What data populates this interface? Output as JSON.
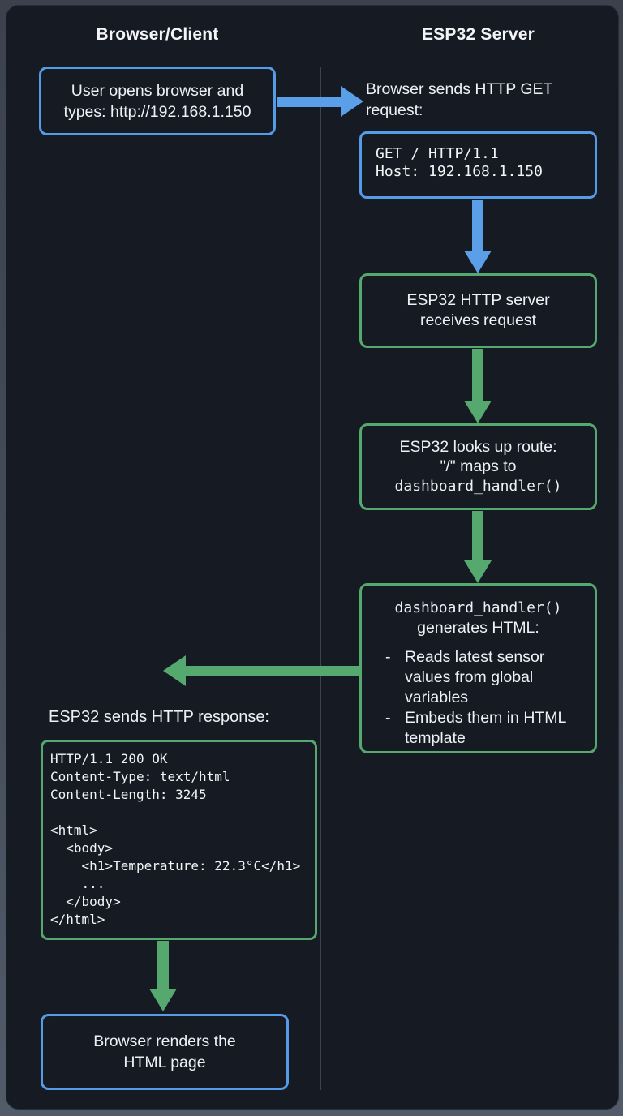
{
  "headers": {
    "left": "Browser/Client",
    "right": "ESP32 Server"
  },
  "client": {
    "user_box": {
      "line1": "User opens browser and",
      "line2": "types: http://192.168.1.150"
    },
    "response_label": "ESP32 sends HTTP response:",
    "response_code": [
      "HTTP/1.1 200 OK",
      "Content-Type: text/html",
      "Content-Length: 3245",
      "",
      "<html>",
      "  <body>",
      "    <h1>Temperature: 22.3°C</h1>",
      "    ...",
      "  </body>",
      "</html>"
    ],
    "render_box": {
      "line1": "Browser renders the",
      "line2": "HTML page"
    }
  },
  "server": {
    "get_label": "Browser sends HTTP GET request:",
    "get_code": [
      "GET / HTTP/1.1",
      "Host: 192.168.1.150"
    ],
    "receive_box": {
      "line1": "ESP32 HTTP server",
      "line2": "receives request"
    },
    "route_box": {
      "line1": "ESP32 looks up route:",
      "line2": "\"/\" maps to",
      "line3": "dashboard_handler()"
    },
    "handler_box": {
      "title_code": "dashboard_handler()",
      "title": "generates HTML:",
      "bullet_marker": "-",
      "bullets": [
        "Reads latest sensor values from global variables",
        "Embeds them in HTML template"
      ]
    }
  },
  "colors": {
    "client_accent": "#569be8",
    "server_accent": "#55a86e",
    "panel_background": "#161a23",
    "text": "#edf0f4"
  }
}
